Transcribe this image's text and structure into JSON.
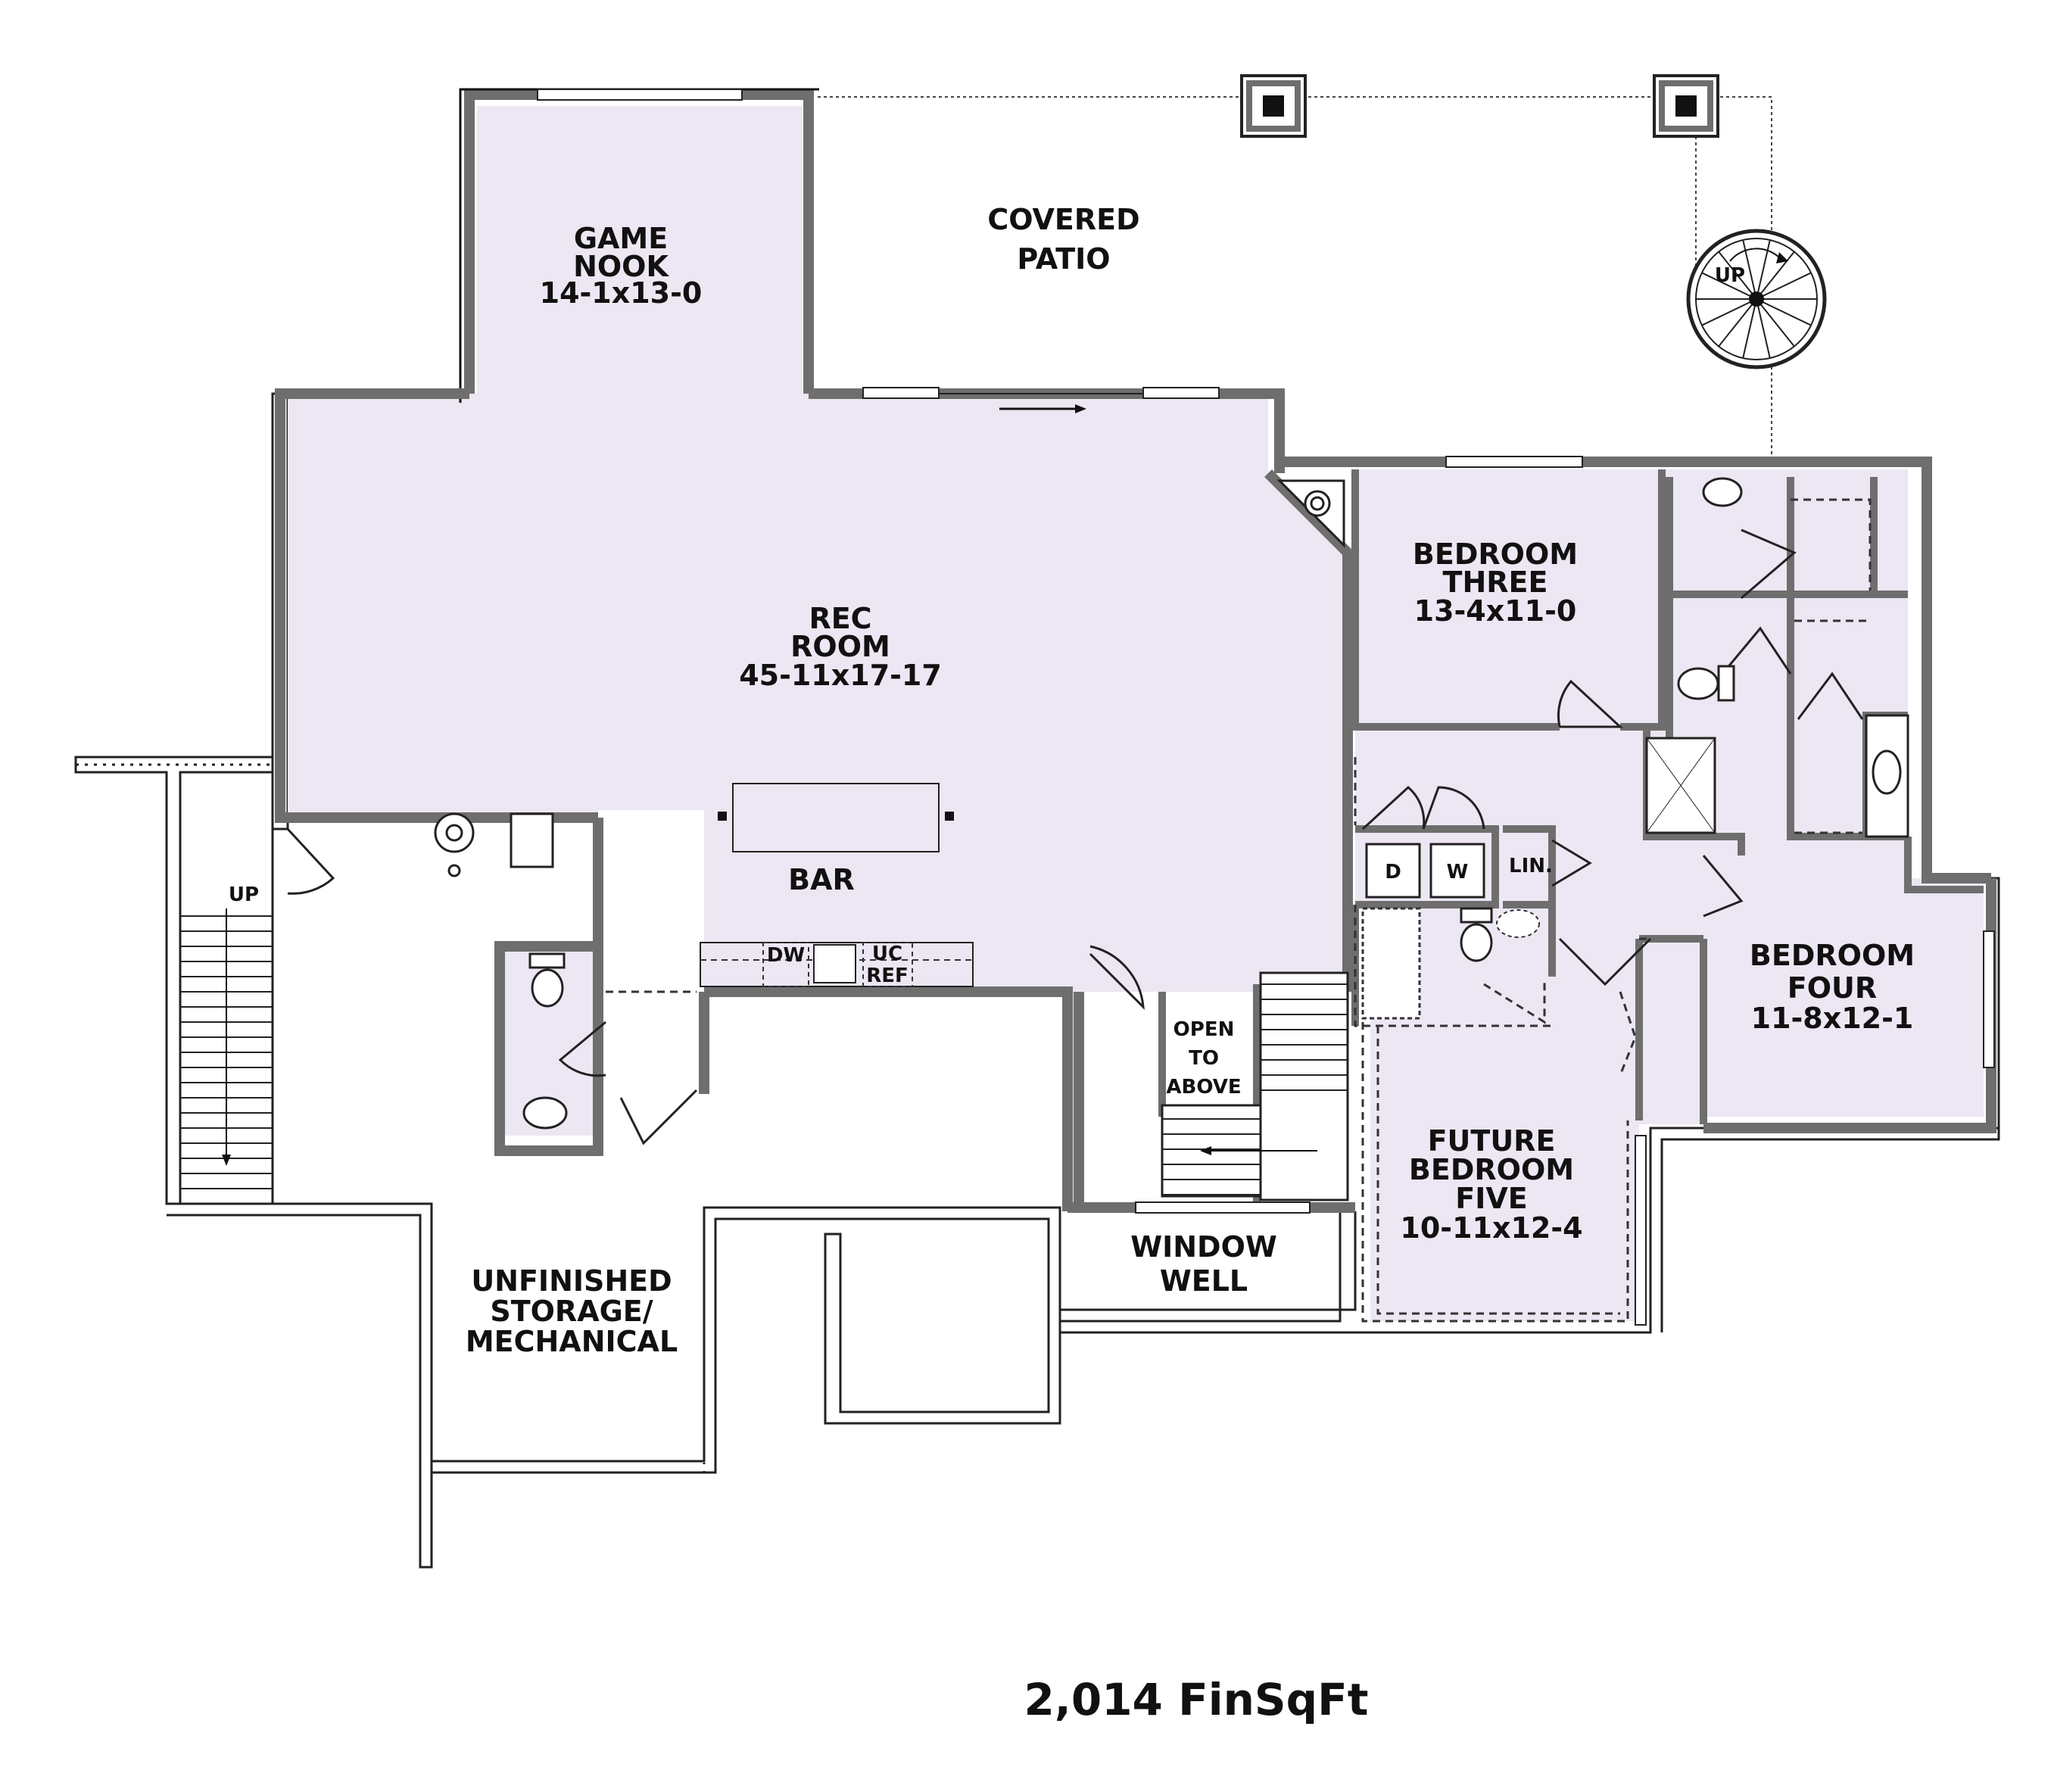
{
  "rooms": {
    "game_nook": {
      "line1": "GAME",
      "line2": "NOOK",
      "dims": "14-1x13-0"
    },
    "covered_patio": {
      "line1": "COVERED",
      "line2": "PATIO"
    },
    "rec_room": {
      "line1": "REC",
      "line2": "ROOM",
      "dims": "45-11x17-17"
    },
    "bar": {
      "name": "BAR"
    },
    "bedroom_three": {
      "line1": "BEDROOM",
      "line2": "THREE",
      "dims": "13-4x11-0"
    },
    "bedroom_four": {
      "line1": "BEDROOM",
      "line2": "FOUR",
      "dims": "11-8x12-1"
    },
    "future_bedroom_five": {
      "line1": "FUTURE",
      "line2": "BEDROOM",
      "line3": "FIVE",
      "dims": "10-11x12-4"
    },
    "open_to_above": {
      "line1": "OPEN",
      "line2": "TO",
      "line3": "ABOVE"
    },
    "window_well": {
      "line1": "WINDOW",
      "line2": "WELL"
    },
    "unfinished_storage": {
      "line1": "UNFINISHED",
      "line2": "STORAGE/",
      "line3": "MECHANICAL"
    }
  },
  "fixtures": {
    "dryer": "D",
    "washer": "W",
    "linen": "LIN.",
    "dishwasher": "DW",
    "uc_ref_line1": "UC",
    "uc_ref_line2": "REF"
  },
  "stairs": {
    "left_up": "UP",
    "spiral_up": "UP"
  },
  "colors": {
    "finished_fill": "#ede6f3",
    "wall": "#6e6e6e",
    "foundation_fill": "#ffffff",
    "text": "#111111"
  },
  "footer": {
    "area": "2,014 FinSqFt"
  }
}
